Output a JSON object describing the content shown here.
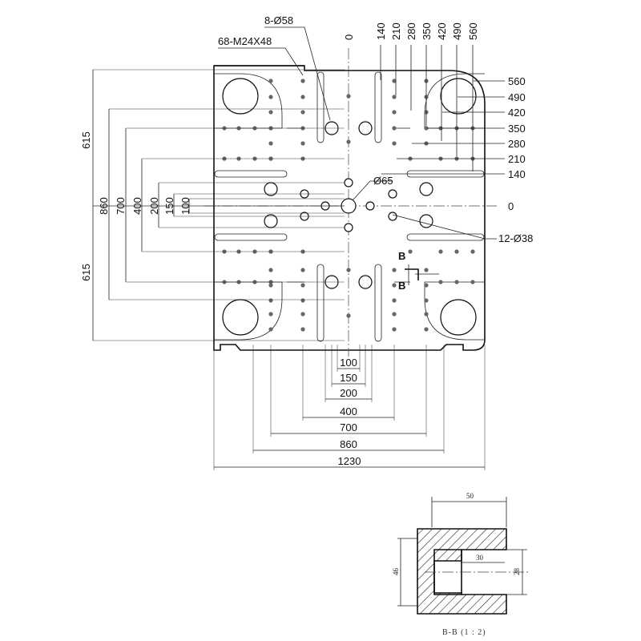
{
  "labels": {
    "holes_large": "8-Ø58",
    "tapped_holes": "68-M24X48",
    "center_hole": "Ø65",
    "holes_small": "12-Ø38",
    "section_marker": "B",
    "section_caption": "B-B (1 : 2)"
  },
  "top_scale": [
    "0",
    "140",
    "210",
    "280",
    "350",
    "420",
    "490",
    "560"
  ],
  "right_scale": [
    "560",
    "490",
    "420",
    "350",
    "280",
    "210",
    "140",
    "0"
  ],
  "left_dims": [
    "615",
    "860",
    "700",
    "400",
    "200",
    "150",
    "100",
    "615"
  ],
  "bottom_dims": [
    "100",
    "150",
    "200",
    "400",
    "700",
    "860",
    "1230"
  ],
  "section_dims": [
    "50",
    "30",
    "46",
    "28"
  ]
}
